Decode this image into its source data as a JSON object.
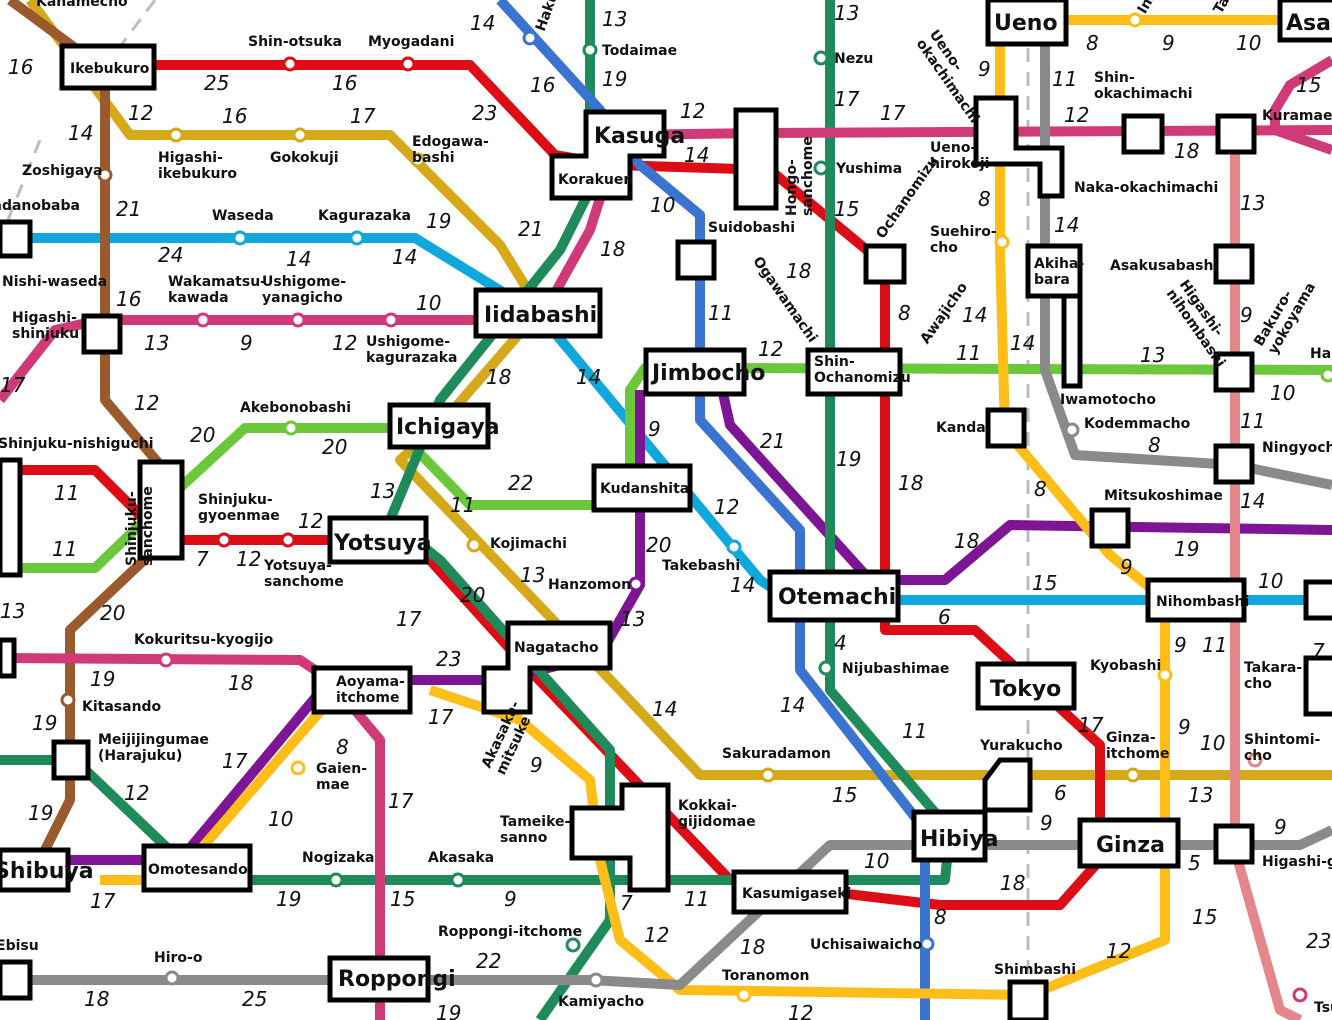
{
  "colors": {
    "red": "#dd0d16",
    "orange_gold": "#d6a91b",
    "cyan": "#10a8dc",
    "green": "#1f8b5a",
    "light_green": "#6cc83b",
    "purple": "#7e1594",
    "brown": "#9b5a2e",
    "pink": "#d03a79",
    "blue": "#3b73d1",
    "yellow": "#ffbe17",
    "gray": "#8a8a8a",
    "salmon": "#e4868a"
  },
  "stations": {
    "kanamecho": "Kanamecho",
    "ikebukuro": "Ikebukuro",
    "shin_otsuka": "Shin-otsuka",
    "myogadani": "Myogadani",
    "higashi_ikebukuro": "Higashi-\nikebukuro",
    "gokokuji": "Gokokuji",
    "edogawabashi": "Edogawa-\nbashi",
    "zoshigaya": "Zoshigaya",
    "takadanobaba": "Takadanobaba",
    "waseda": "Waseda",
    "kagurazaka": "Kagurazaka",
    "nishi_waseda": "Nishi-waseda",
    "wakamatsu_kawada": "Wakamatsu-\nkawada",
    "ushigome_yanagicho": "Ushigome-\nyanagicho",
    "higashi_shinjuku": "Higashi-\nshinjuku",
    "ushigome_kagurazaka": "Ushigome-\nkagurazaka",
    "iidabashi": "Iidabashi",
    "akebonobashi": "Akebonobashi",
    "ichigaya": "Ichigaya",
    "shinjuku_nishiguchi": "Shinjuku-nishiguchi",
    "shinjuku_sanchome": "Shinjuku-\nsanchome",
    "shinjuku_gyoenmae": "Shinjuku-\ngyoenmae",
    "yotsuya": "Yotsuya",
    "yotsuya_sanchome": "Yotsuya-\nsanchome",
    "kojimachi": "Kojimachi",
    "kokuritsu_kyogijo": "Kokuritsu-kyogijo",
    "kitasando": "Kitasando",
    "meijijingumae": "Meijijingumae\n(Harajuku)",
    "aoyama_itchome": "Aoyama-\nitchome",
    "gaienmae": "Gaien-\nmae",
    "nagatacho": "Nagatacho",
    "akasaka_mitsuke": "Akasaka-\nmitsuke",
    "shibuya": "Shibuya",
    "omotesando": "Omotesando",
    "nogizaka": "Nogizaka",
    "akasaka": "Akasaka",
    "tameike_sanno": "Tameike-\nsanno",
    "kokkai_gijidomae": "Kokkai-\ngijidomae",
    "roppongi_itchome": "Roppongi-itchome",
    "ebisu": "Ebisu",
    "hiro_o": "Hiro-o",
    "roppongi": "Roppongi",
    "kamiyacho": "Kamiyacho",
    "hakusan": "Hakusan",
    "todaimae": "Todaimae",
    "kasuga": "Kasuga",
    "korakuen": "Korakuen",
    "hongo_sanchome": "Hongo-\nsanchome",
    "suidobashi": "Suidobashi",
    "nezu": "Nezu",
    "yushima": "Yushima",
    "ochanomizu": "Ochanomizu",
    "jimbocho": "Jimbocho",
    "ogawamachi": "Ogawamachi",
    "shin_ochanomizu": "Shin-\nOchanomizu",
    "awajicho": "Awajicho",
    "kudanshita": "Kudanshita",
    "takebashi": "Takebashi",
    "hanzomon": "Hanzomon",
    "otemachi": "Otemachi",
    "nijubashimae": "Nijubashimae",
    "sakuradamon": "Sakuradamon",
    "kasumigaseki": "Kasumigaseki",
    "hibiya": "Hibiya",
    "uchisaiwaicho": "Uchisaiwaicho",
    "toranomon": "Toranomon",
    "ueno": "Ueno",
    "okachimachi": "Ueno-\nokachimachi",
    "ueno_hirokoji": "Ueno-\nhirokoji",
    "shin_okachimachi": "Shin-\nokachimachi",
    "naka_okachimachi": "Naka-okachimachi",
    "suehirocho": "Suehiro-\ncho",
    "akihabara": "Akiha-\nbara",
    "kanda": "Kanda",
    "iwamotocho": "Iwamotocho",
    "kodemmacho": "Kodemmacho",
    "tokyo": "Tokyo",
    "mitsukoshimae": "Mitsukoshimae",
    "nihombashi": "Nihombashi",
    "kyobashi": "Kyobashi",
    "yurakucho": "Yurakucho",
    "ginza_itchome": "Ginza-\nitchome",
    "ginza": "Ginza",
    "shimbashi": "Shimbashi",
    "asakusa": "Asakusa",
    "inaricho": "Inaricho",
    "tawaramachi": "Tawaramachi",
    "kuramae": "Kuramae",
    "asakusabashi": "Asakusabashi",
    "higashi_nihombashi": "Higashi-\nnihombashi",
    "bakuro_yokoyama": "Bakuro-\nyokoyama",
    "hamacho": "Hamacho",
    "ningyocho": "Ningyocho",
    "takaracho": "Takara-\ncho",
    "shintomicho": "Shintomi-\ncho",
    "higashi_ginza": "Higashi-ginza",
    "tsukiji": "Tsukiji"
  }
}
